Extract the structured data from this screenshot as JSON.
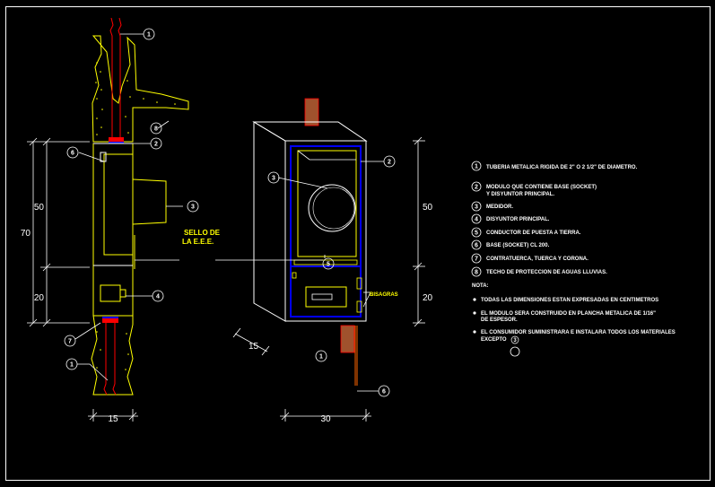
{
  "balloons": {
    "b1": "1",
    "b2": "2",
    "b3": "3",
    "b4": "4",
    "b5": "5",
    "b6": "6",
    "b7": "7",
    "b8": "8"
  },
  "dimensions": {
    "d70": "70",
    "d50": "50",
    "d20": "20",
    "d15": "15",
    "d30": "30"
  },
  "labels": {
    "sello_line1": "SELLO DE",
    "sello_line2": "LA E.E.E.",
    "bisagras": "BISAGRAS"
  },
  "legend": {
    "items": [
      {
        "num": "1",
        "text": "TUBERIA METALICA RIGIDA DE 2\" O 2 1/2\" DE DIAMETRO."
      },
      {
        "num": "2",
        "text": "MODULO QUE CONTIENE BASE (SOCKET)",
        "text2": "Y DISYUNTOR PRINCIPAL."
      },
      {
        "num": "3",
        "text": "MEDIDOR."
      },
      {
        "num": "4",
        "text": "DISYUNTOR PRINCIPAL."
      },
      {
        "num": "5",
        "text": "CONDUCTOR DE PUESTA A TIERRA."
      },
      {
        "num": "6",
        "text": "BASE (SOCKET) CL 200."
      },
      {
        "num": "7",
        "text": "CONTRATUERCA, TUERCA Y CORONA."
      },
      {
        "num": "8",
        "text": "TECHO DE PROTECCION DE AGUAS LLUVIAS."
      }
    ],
    "nota_title": "NOTA:",
    "notes": [
      {
        "text": "TODAS LAS DIMENSIONES ESTAN EXPRESADAS EN CENTIMETROS"
      },
      {
        "text": "EL MODULO SERA CONSTRUIDO EN PLANCHA METALICA DE 1/16\"",
        "text2": "DE ESPESOR."
      },
      {
        "text": "EL CONSUMIDOR SUMINISTRARA E INSTALARA TODOS LOS MATERIALES",
        "text2": "EXCEPTO",
        "ref": "3"
      }
    ]
  },
  "colors": {
    "background": "#000000",
    "line": "#ffffff",
    "wall": "#ffff00",
    "conduit": "#ff0000",
    "module": "#0000ff",
    "pipe": "#a0522d"
  }
}
